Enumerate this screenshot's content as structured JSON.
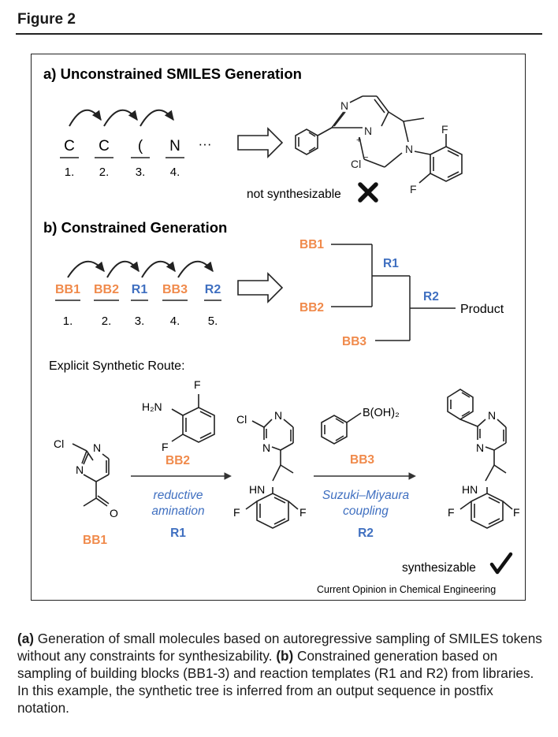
{
  "figure_label": "Figure 2",
  "panel_a": {
    "title": "a) Unconstrained  SMILES Generation",
    "tokens": [
      "C",
      "C",
      "(",
      "N"
    ],
    "ellipsis": "···",
    "indices": [
      "1.",
      "2.",
      "3.",
      "4."
    ],
    "verdict": "not synthesizable",
    "atoms": {
      "n1": "N",
      "n2": "N",
      "n3": "N",
      "f": "F",
      "f2": "F",
      "cl": "Cl",
      "plus": "+",
      "minus": "−"
    }
  },
  "panel_b": {
    "title": "b) Constrained Generation",
    "tokens": [
      {
        "text": "BB1",
        "kind": "bb"
      },
      {
        "text": "BB2",
        "kind": "bb"
      },
      {
        "text": "R1",
        "kind": "r"
      },
      {
        "text": "BB3",
        "kind": "bb"
      },
      {
        "text": "R2",
        "kind": "r"
      }
    ],
    "indices": [
      "1.",
      "2.",
      "3.",
      "4.",
      "5."
    ],
    "tree": {
      "bb1": "BB1",
      "bb2": "BB2",
      "bb3": "BB3",
      "r1": "R1",
      "r2": "R2",
      "product": "Product"
    }
  },
  "route": {
    "title": "Explicit Synthetic Route:",
    "bb1": "BB1",
    "bb2": "BB2",
    "bb3": "BB3",
    "step1": {
      "line1": "reductive",
      "line2": "amination",
      "label": "R1"
    },
    "step2": {
      "line1": "Suzuki–Miyaura",
      "line2": "coupling",
      "label": "R2"
    },
    "atoms": {
      "cl": "Cl",
      "n": "N",
      "o": "O",
      "h2n": "H₂N",
      "f": "F",
      "hn": "HN",
      "boh2": "B(OH)₂"
    },
    "verdict": "synthesizable",
    "credit": "Current Opinion in Chemical Engineering"
  },
  "caption": {
    "a_label": "(a)",
    "a_text": " Generation of small molecules based on autoregressive sampling of SMILES tokens without any constraints for synthesizability. ",
    "b_label": "(b)",
    "b_text": " Constrained generation based on sampling of building blocks (BB1-3) and reaction templates (R1 and R2) from libraries. In this example, the synthetic tree is inferred from an output sequence in postfix notation."
  },
  "colors": {
    "bb": "#f08a4b",
    "reaction": "#3f6fc0",
    "text": "#1a1a1a"
  }
}
